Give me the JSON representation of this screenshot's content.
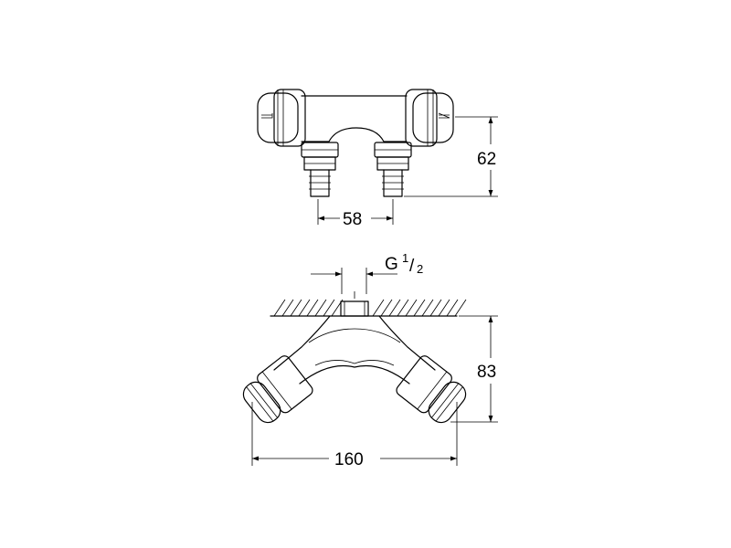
{
  "dimensions": {
    "height_top": "62",
    "spacing_outlets": "58",
    "thread_prefix": "G",
    "thread_numerator": "1",
    "thread_denominator": "2",
    "height_side": "83",
    "width_total": "160"
  }
}
